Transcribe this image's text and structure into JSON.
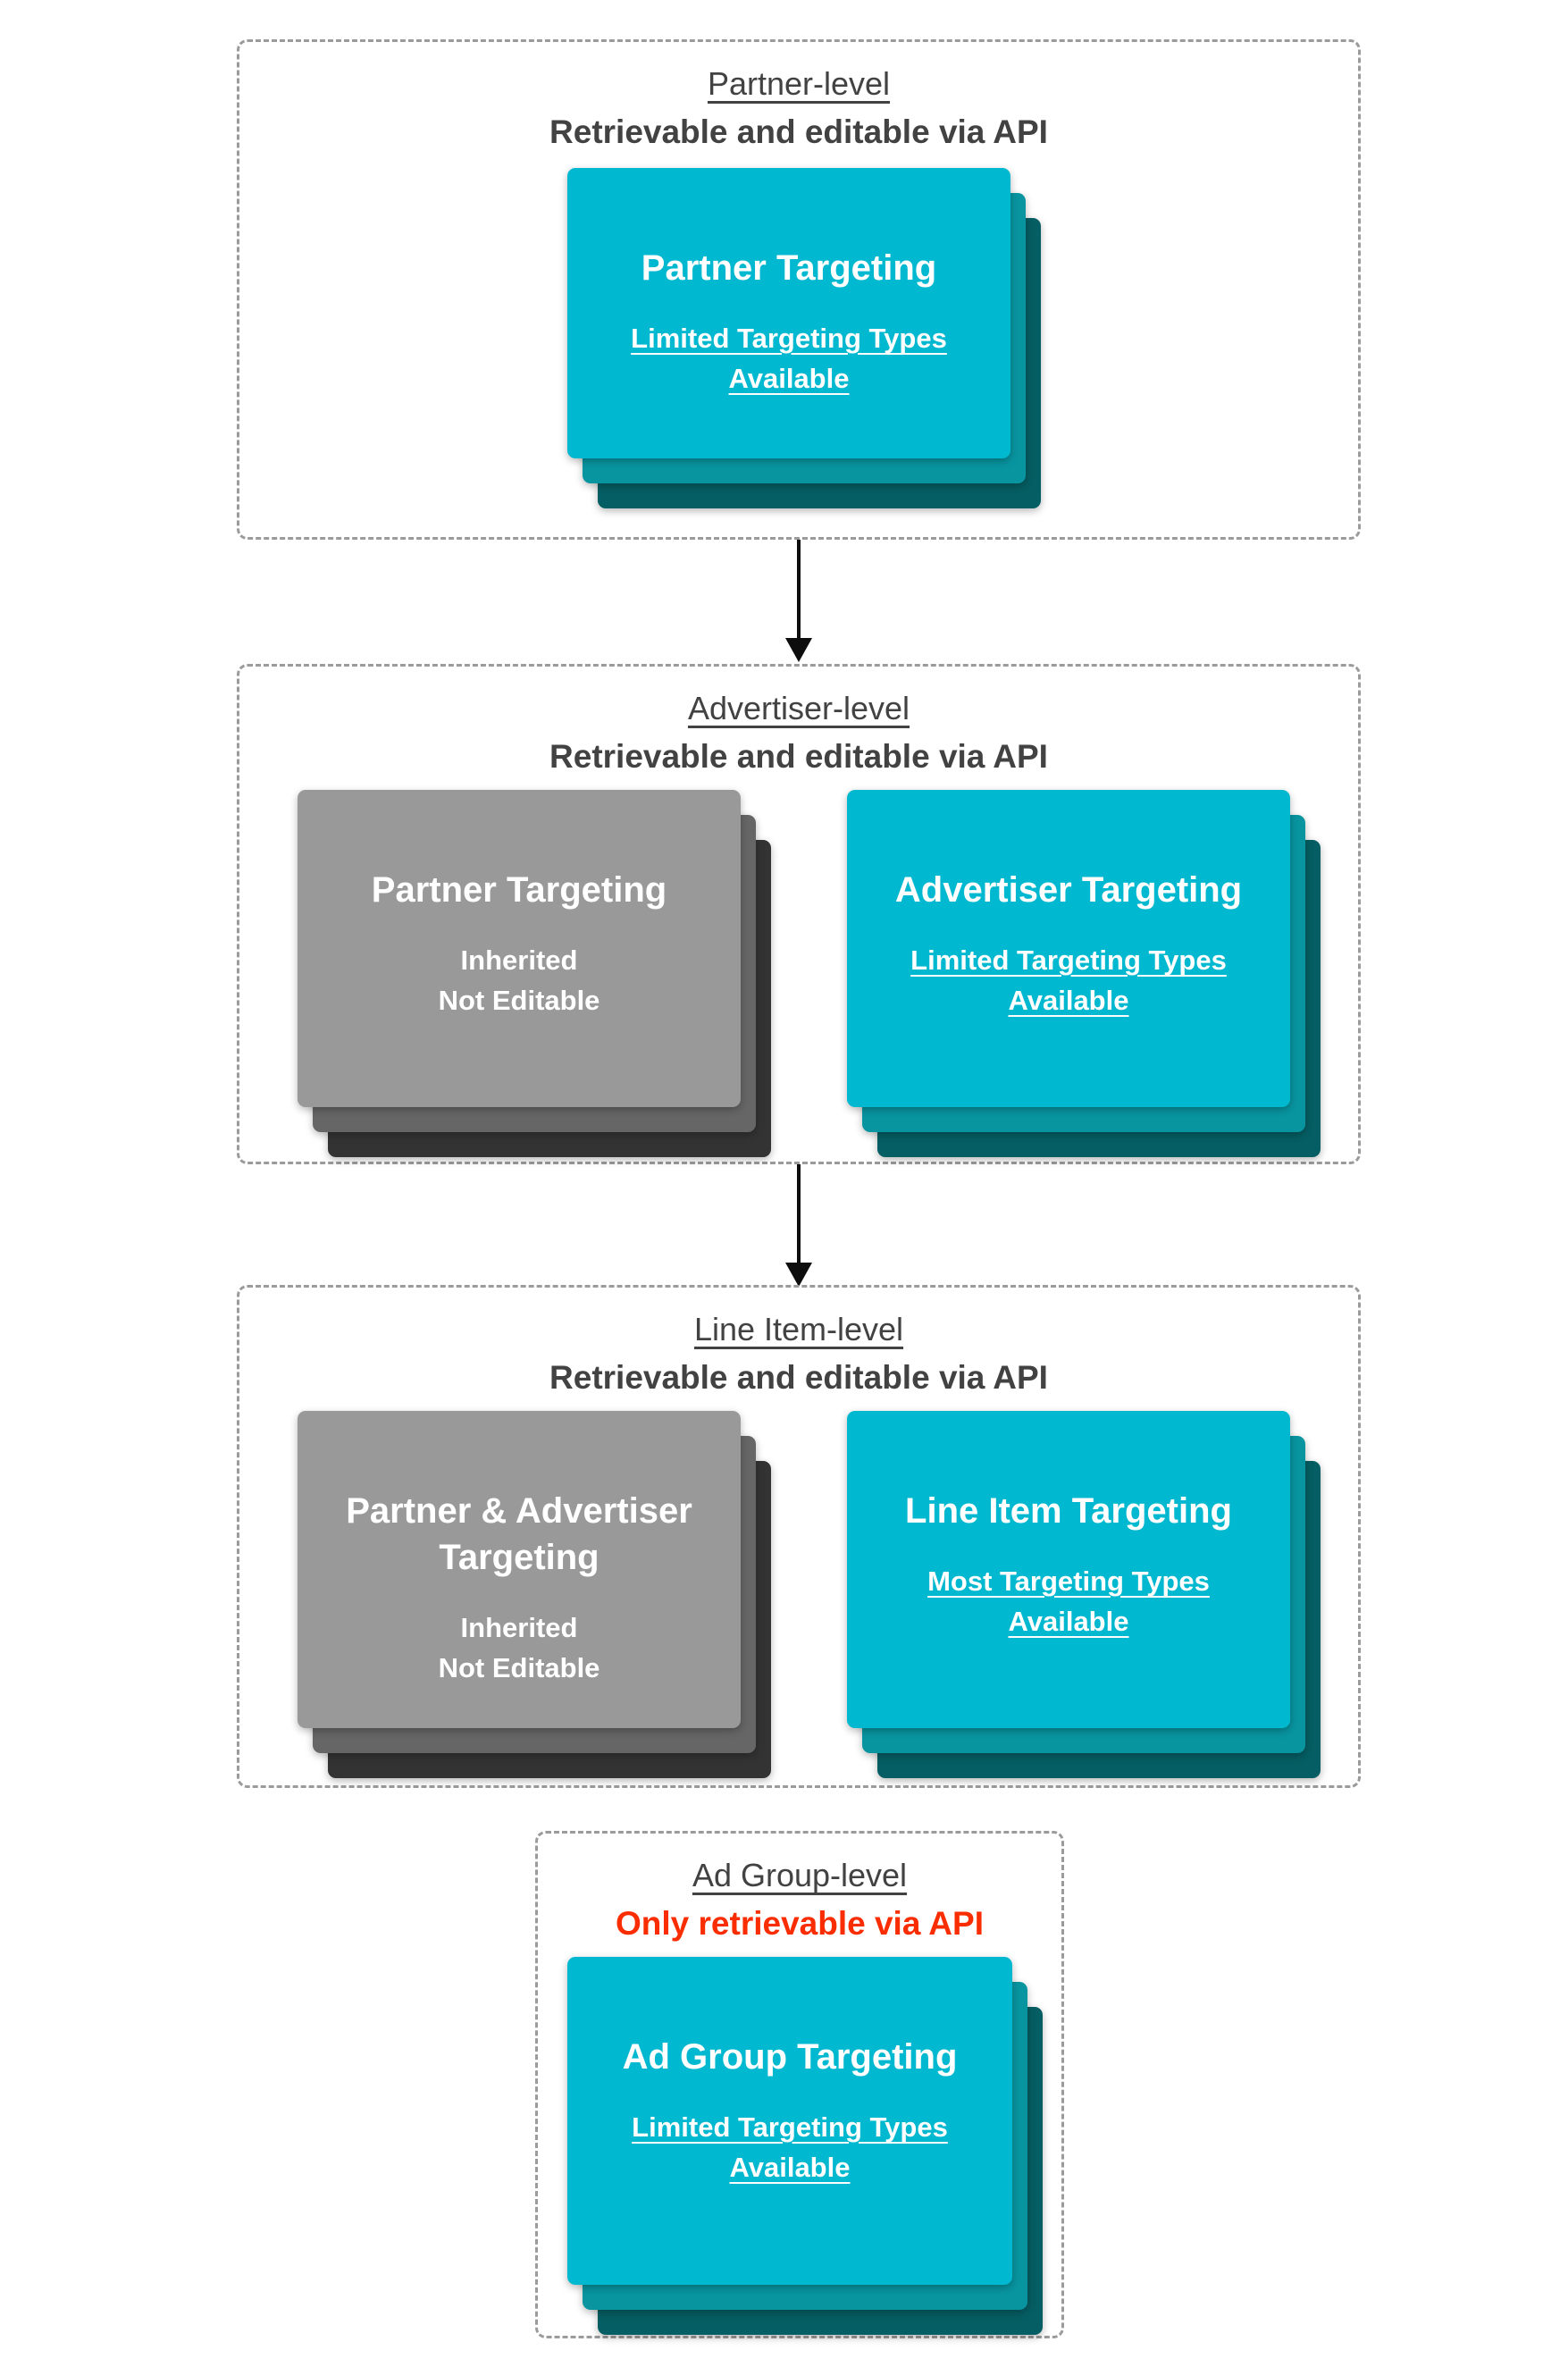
{
  "colors": {
    "teal_front": "#00b8cf",
    "teal_mid": "#0895a0",
    "teal_back": "#055e63",
    "gray_front": "#999999",
    "gray_mid": "#666666",
    "gray_back": "#333333",
    "heading_text": "#424242",
    "warning_text": "#fa2d00",
    "card_text": "#ffffff",
    "arrow": "#0d0d0d",
    "dashed_border": "#9b9b9b"
  },
  "sections": [
    {
      "title": "Partner-level",
      "subtitle": "Retrievable and editable via API",
      "cards": [
        {
          "style": "teal",
          "title": "Partner Targeting",
          "note1": "Limited Targeting Types",
          "note2": "Available"
        }
      ]
    },
    {
      "title": "Advertiser-level",
      "subtitle": "Retrievable and editable via API",
      "cards": [
        {
          "style": "gray",
          "title": "Partner Targeting",
          "note1": "Inherited",
          "note2": "Not Editable"
        },
        {
          "style": "teal",
          "title": "Advertiser Targeting",
          "note1": "Limited Targeting Types",
          "note2": "Available"
        }
      ]
    },
    {
      "title": "Line Item-level",
      "subtitle": "Retrievable and editable via API",
      "cards": [
        {
          "style": "gray",
          "title": "Partner & Advertiser Targeting",
          "note1": "Inherited",
          "note2": "Not Editable"
        },
        {
          "style": "teal",
          "title": "Line Item Targeting",
          "note1": "Most Targeting Types",
          "note2": "Available"
        }
      ]
    },
    {
      "title": "Ad Group-level",
      "subtitle": "Only retrievable via API",
      "cards": [
        {
          "style": "teal",
          "title": "Ad Group Targeting",
          "note1": "Limited Targeting Types",
          "note2": "Available"
        }
      ]
    }
  ]
}
